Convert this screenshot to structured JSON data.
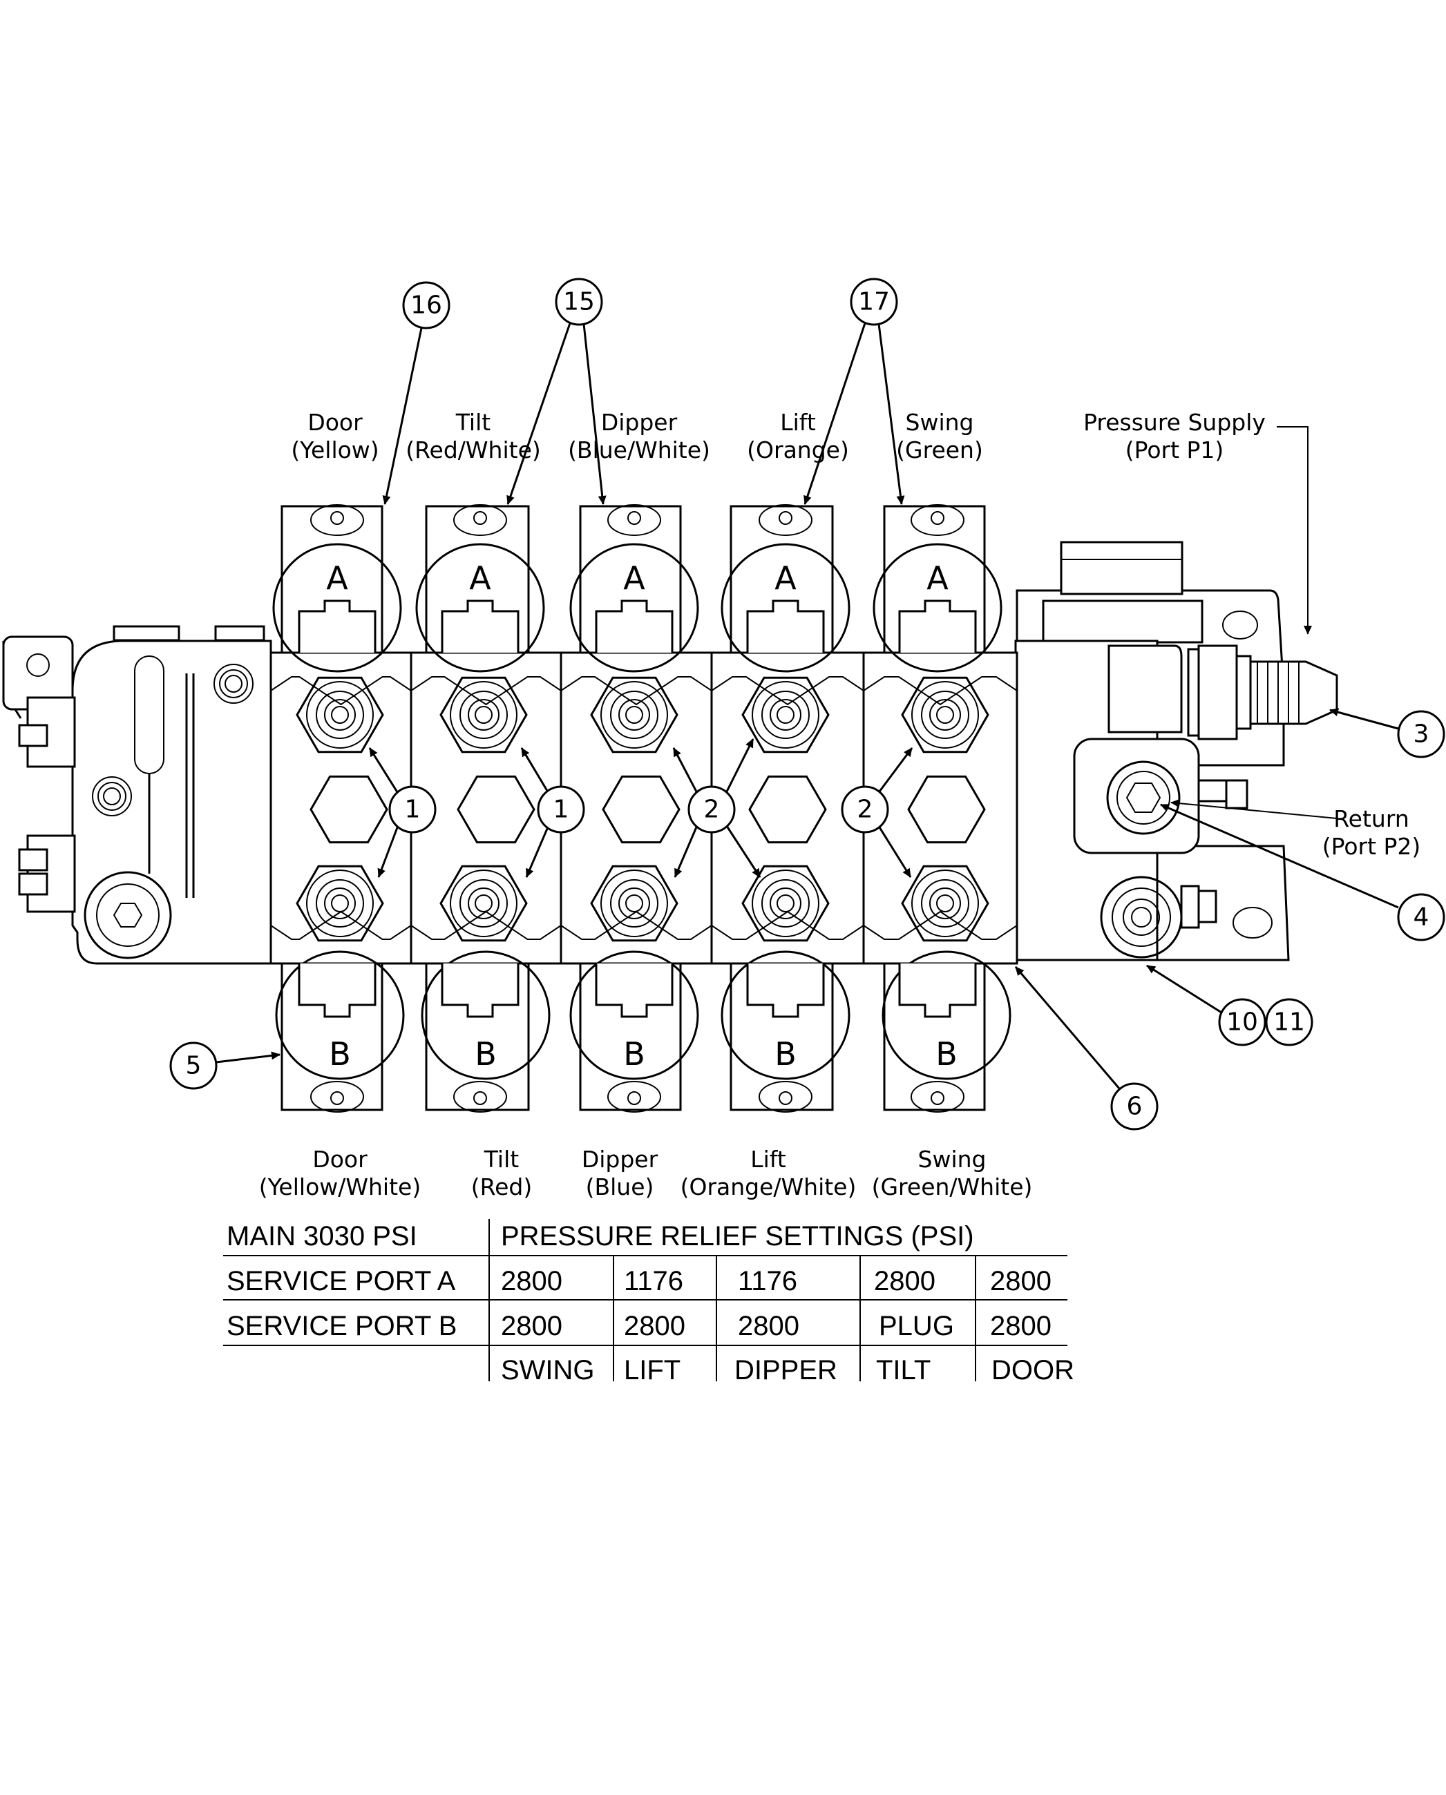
{
  "colors": {
    "line": "#000000",
    "background": "#ffffff"
  },
  "top_labels": [
    {
      "name": "Door",
      "color": "(Yellow)"
    },
    {
      "name": "Tilt",
      "color": "(Red/White)"
    },
    {
      "name": "Dipper",
      "color": "(Blue/White)"
    },
    {
      "name": "Lift",
      "color": "(Orange)"
    },
    {
      "name": "Swing",
      "color": "(Green)"
    }
  ],
  "bottom_labels": [
    {
      "name": "Door",
      "color": "(Yellow/White)"
    },
    {
      "name": "Tilt",
      "color": "(Red)"
    },
    {
      "name": "Dipper",
      "color": "(Blue)"
    },
    {
      "name": "Lift",
      "color": "(Orange/White)"
    },
    {
      "name": "Swing",
      "color": "(Green/White)"
    }
  ],
  "port_a_letter": "A",
  "port_b_letter": "B",
  "pressure_supply": {
    "line1": "Pressure Supply",
    "line2": "(Port P1)"
  },
  "return_port": {
    "line1": "Return",
    "line2": "(Port P2)"
  },
  "callouts": {
    "c16": "16",
    "c15": "15",
    "c17": "17",
    "c3": "3",
    "c4": "4",
    "c5": "5",
    "c6": "6",
    "c10": "10",
    "c11": "11",
    "c1a": "1",
    "c1b": "1",
    "c2a": "2",
    "c2b": "2"
  },
  "table": {
    "main": "MAIN 3030 PSI",
    "header": "PRESSURE RELIEF SETTINGS (PSI)",
    "row_a": {
      "label": "SERVICE PORT A",
      "values": [
        "2800",
        "1176",
        "1176",
        "2800",
        "2800"
      ]
    },
    "row_b": {
      "label": "SERVICE PORT B",
      "values": [
        "2800",
        "2800",
        "2800",
        "PLUG",
        "2800"
      ]
    },
    "sections": [
      "SWING",
      "LIFT",
      "DIPPER",
      "TILT",
      "DOOR"
    ]
  }
}
